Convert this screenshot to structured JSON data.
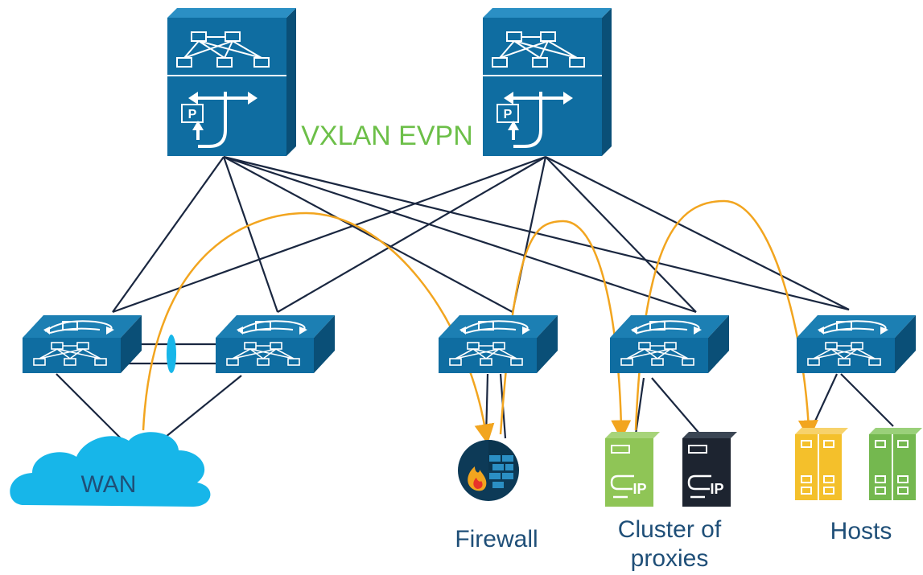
{
  "diagram": {
    "title": "VXLAN EVPN",
    "labels": {
      "wan": "WAN",
      "firewall": "Firewall",
      "proxies_line1": "Cluster of",
      "proxies_line2": "proxies",
      "hosts": "Hosts"
    },
    "icons": {
      "spine": "spine-router-icon",
      "leaf": "leaf-switch-icon",
      "cloud": "wan-cloud-icon",
      "firewall": "firewall-icon",
      "proxy": "proxy-server-icon",
      "host": "host-server-icon"
    },
    "colors": {
      "device_blue": "#0f6da1",
      "device_dark": "#0a4f77",
      "device_light": "#2b8fc4",
      "link": "#1a2740",
      "traffic_path": "#f2a51f",
      "title_green": "#6cbf48",
      "label_blue": "#1f4f78",
      "cloud": "#17b6e9",
      "proxy_green": "#8fc556",
      "host_yellow": "#f4c02b",
      "host_green": "#74b84f"
    }
  }
}
